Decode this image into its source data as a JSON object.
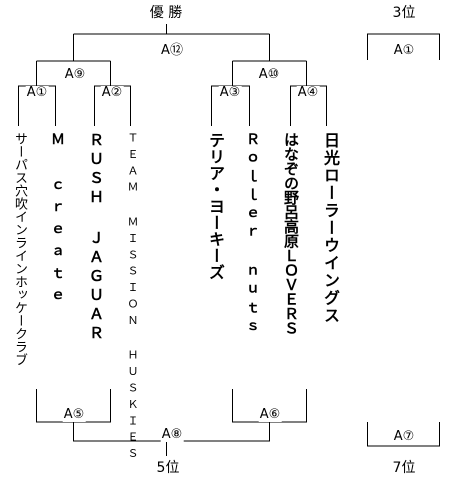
{
  "headings": {
    "champion": "優 勝",
    "third": "3位",
    "fifth": "5位",
    "seventh": "7位"
  },
  "matches": {
    "a1": "A①",
    "a2": "A②",
    "a3": "A③",
    "a4": "A④",
    "a5": "A⑤",
    "a6": "A⑥",
    "a7": "A⑦",
    "a8": "A⑧",
    "a9": "A⑨",
    "a10": "A⑩",
    "a12": "A⑫",
    "third_place": "A①"
  },
  "teams": [
    "サーパス穴吹インラインホッケークラブ",
    "Ｍ ｃｒｅａｔｅ",
    "ＲＵＳＨ ＪＡＧＵＡＲ",
    "ＴＥＡＭ ＭＩＳＳＩＯＮ ＨＵＳＫＩＥＳ",
    "テリア・ヨーキーズ",
    "Ｒｏｌｌｅｒ ｎｕｔｓ",
    "はなぞの野呂高原ＬＯＶＥＲＳ",
    "日光ローラーウイングス"
  ]
}
